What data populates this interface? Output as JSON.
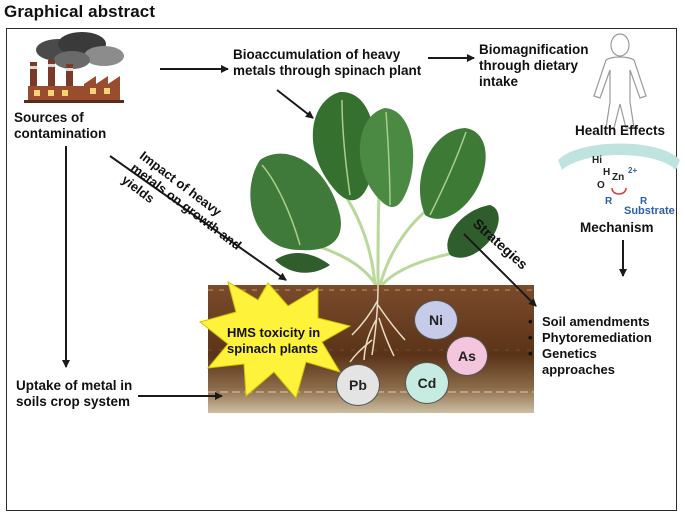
{
  "heading": "Graphical abstract",
  "nodes": {
    "sources": [
      "Sources of",
      "contamination"
    ],
    "bioaccumulation": [
      "Bioaccumulation of heavy",
      "metals through spinach plant"
    ],
    "biomagnification": [
      "Biomagnification",
      "through dietary",
      "intake"
    ],
    "health": "Health Effects",
    "mechanism": "Mechanism",
    "impact": [
      "Impact of heavy",
      "metals on growth and",
      "yields"
    ],
    "strategies_title": "Strategies",
    "strategies": [
      "Soil amendments",
      "Phytoremediation",
      "Genetics",
      "approaches"
    ],
    "uptake": [
      "Uptake of metal in",
      "soils crop system"
    ],
    "toxicity": [
      "HMS toxicity in",
      "spinach plants"
    ]
  },
  "metals": [
    {
      "symbol": "Ni",
      "color": "#c7cbea"
    },
    {
      "symbol": "As",
      "color": "#f3c6dd"
    },
    {
      "symbol": "Cd",
      "color": "#c6ece2"
    },
    {
      "symbol": "Pb",
      "color": "#e4e4e4"
    }
  ],
  "mechanism_labels": {
    "zinc": "Zn",
    "zinc_charge": "2+",
    "substrate": "Substrate",
    "r1": "R",
    "r2": "R",
    "hydrogen": "H",
    "oxygen": "O",
    "fragment": "Hi"
  },
  "colors": {
    "soil_top": "#7a4a2a",
    "soil_mid": "#5b3418",
    "soil_bottom": "#c9b99c",
    "burst": "#fff23a",
    "leaf": "#3f7a3a",
    "leaf_dark": "#2f5e2c",
    "arc": "#bfe3de"
  }
}
